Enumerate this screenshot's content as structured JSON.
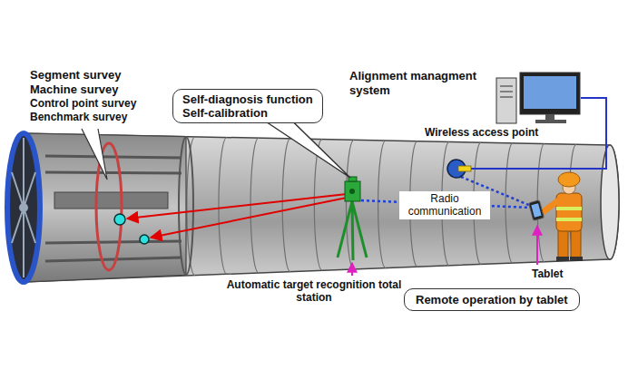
{
  "diagram": {
    "nodes": [
      {
        "text": [
          "Self-diagnosis function",
          "Self-calibration"
        ]
      },
      {
        "text": [
          "Remote operation by tablet"
        ]
      }
    ],
    "labels": [
      "Segment survey",
      "Machine survey",
      "Control point survey",
      "Benchmark survey",
      "Alignment managment system",
      "Wireless access point",
      "Radio communication",
      "Tablet",
      "Automatic target recognition total station"
    ]
  }
}
